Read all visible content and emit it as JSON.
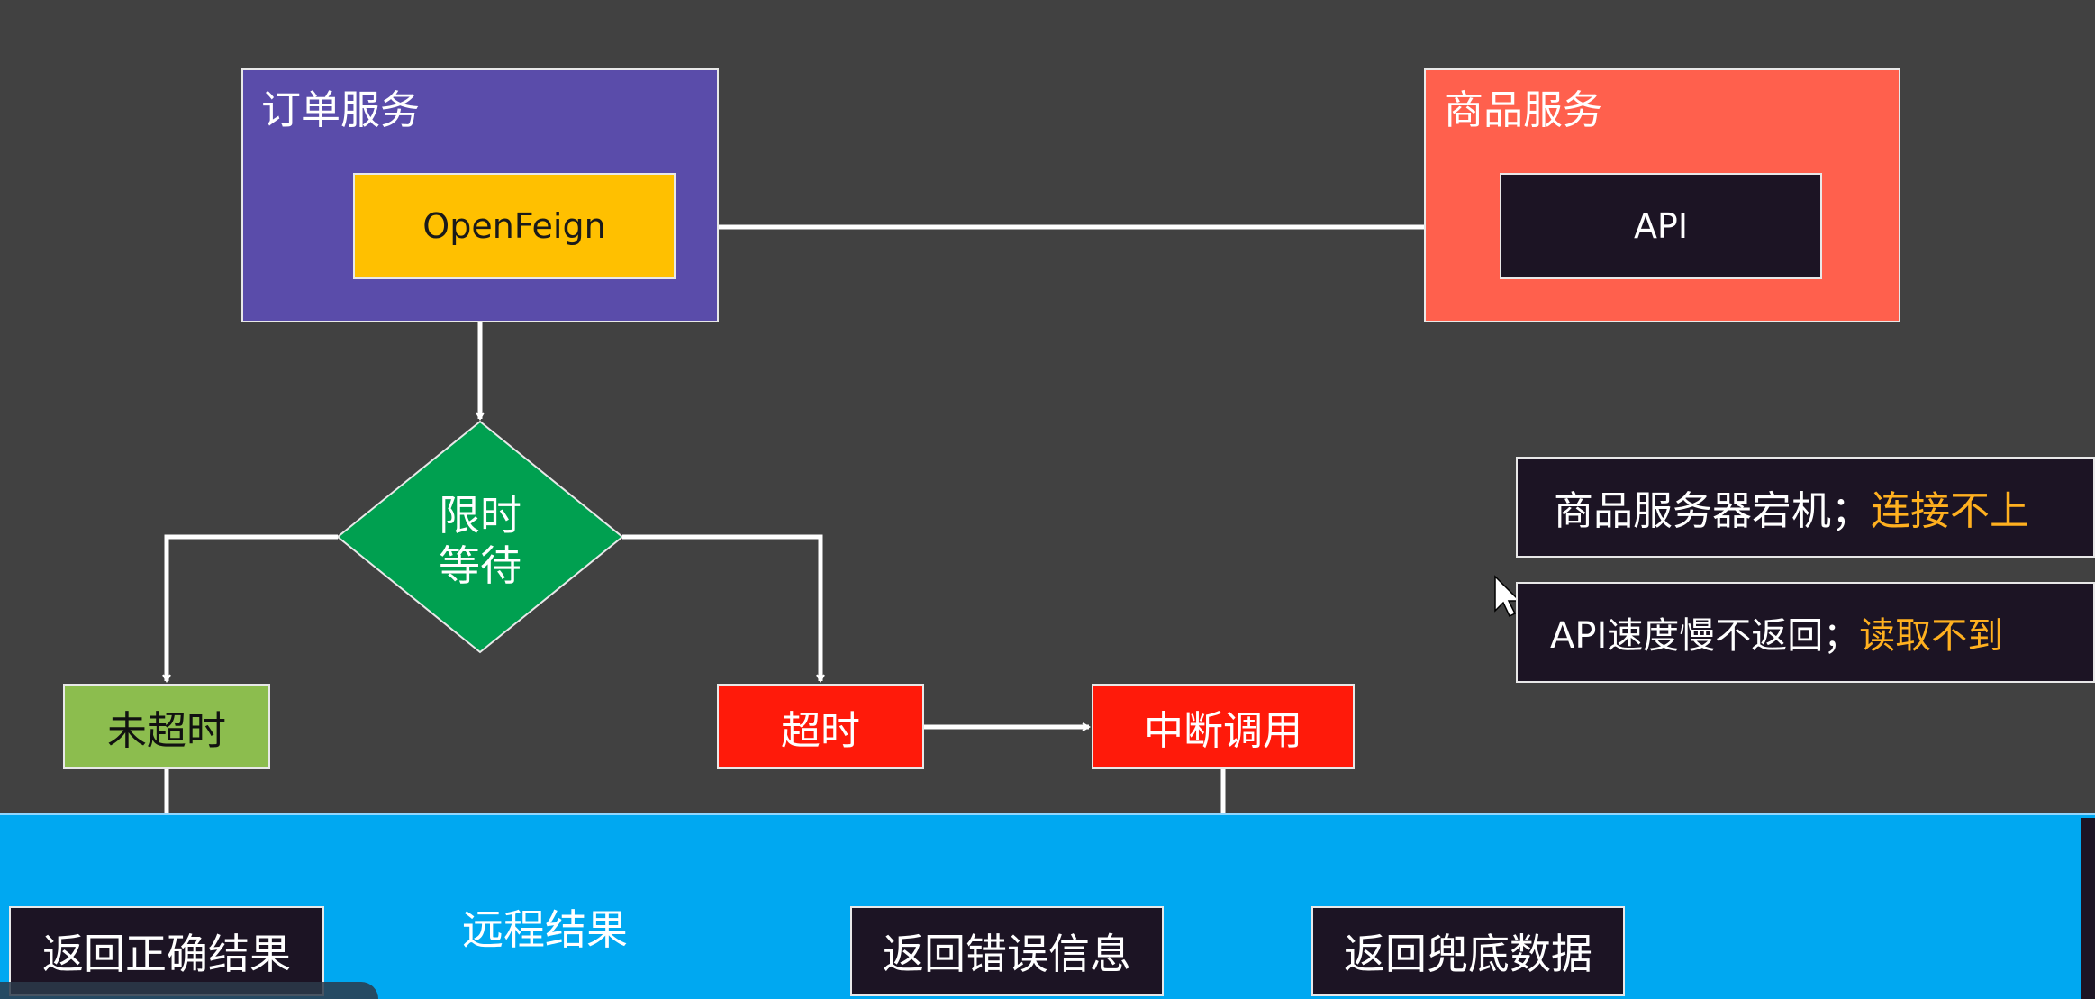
{
  "order_service": {
    "title": "订单服务",
    "client_label": "OpenFeign"
  },
  "goods_service": {
    "title": "商品服务",
    "endpoint_label": "API"
  },
  "decision": {
    "line1": "限时",
    "line2": "等待"
  },
  "steps": {
    "not_timeout": "未超时",
    "timeout": "超时",
    "interrupt": "中断调用"
  },
  "remote": {
    "label": "远程结果",
    "results": {
      "correct": "返回正确结果",
      "error": "返回错误信息",
      "fallback": "返回兜底数据"
    }
  },
  "notes": [
    {
      "text": "商品服务器宕机；",
      "highlight": "连接不上"
    },
    {
      "text": "API速度慢不返回；",
      "highlight": "读取不到"
    }
  ],
  "colors": {
    "background": "#414141",
    "order_service": "#5a4caa",
    "openfeign": "#ffc000",
    "goods_service": "#ff604d",
    "api": "#1c1424",
    "decision": "#00a050",
    "not_timeout": "#8cbd4e",
    "timeout": "#ff1a0a",
    "remote_band": "#00a8f1",
    "highlight": "#ffb01f"
  },
  "icons": {
    "cursor": "mouse-pointer-icon"
  }
}
